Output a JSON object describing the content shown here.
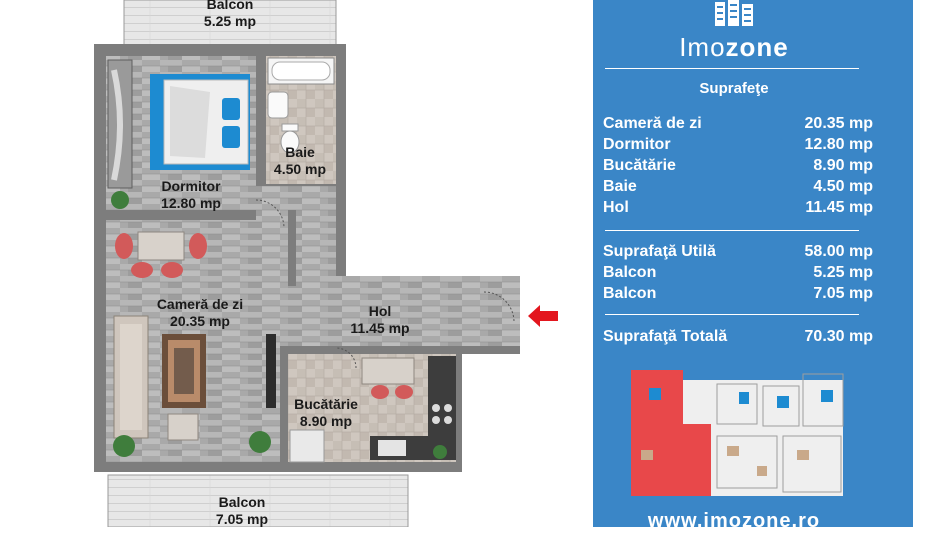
{
  "plan": {
    "rooms": [
      {
        "id": "balcon_top",
        "name": "Balcon",
        "area": "5.25 mp"
      },
      {
        "id": "dormitor",
        "name": "Dormitor",
        "area": "12.80 mp"
      },
      {
        "id": "baie",
        "name": "Baie",
        "area": "4.50 mp"
      },
      {
        "id": "camera",
        "name": "Cameră de zi",
        "area": "20.35 mp"
      },
      {
        "id": "hol",
        "name": "Hol",
        "area": "11.45 mp"
      },
      {
        "id": "bucatarie",
        "name": "Bucătărie",
        "area": "8.90 mp"
      },
      {
        "id": "balcon_bottom",
        "name": "Balcon",
        "area": "7.05 mp"
      }
    ]
  },
  "panel": {
    "brand_light": "Imo",
    "brand_bold": "zone",
    "title": "Suprafeţe",
    "rooms": [
      {
        "name": "Cameră de zi",
        "value": "20.35 mp"
      },
      {
        "name": "Dormitor",
        "value": "12.80 mp"
      },
      {
        "name": "Bucătărie",
        "value": "8.90 mp"
      },
      {
        "name": "Baie",
        "value": "4.50 mp"
      },
      {
        "name": "Hol",
        "value": "11.45 mp"
      }
    ],
    "useful": {
      "name": "Suprafaţă Utilă",
      "value": "58.00 mp"
    },
    "balcon1": {
      "name": "Balcon",
      "value": "5.25 mp"
    },
    "balcon2": {
      "name": "Balcon",
      "value": "7.05 mp"
    },
    "total": {
      "name": "Suprafaţă Totală",
      "value": "70.30 mp"
    },
    "website": "www.imozone.ro"
  },
  "colors": {
    "panel": "#3a86c7",
    "highlight": "#e8484a",
    "arrow": "#e3161e"
  },
  "icons": [
    "building-logo-icon",
    "entrance-arrow-icon",
    "bed-icon",
    "sofa-icon",
    "dining-table-icon",
    "kitchen-counter-icon",
    "bathtub-icon",
    "toilet-icon",
    "plant-icon",
    "tv-icon",
    "wardrobe-icon"
  ]
}
